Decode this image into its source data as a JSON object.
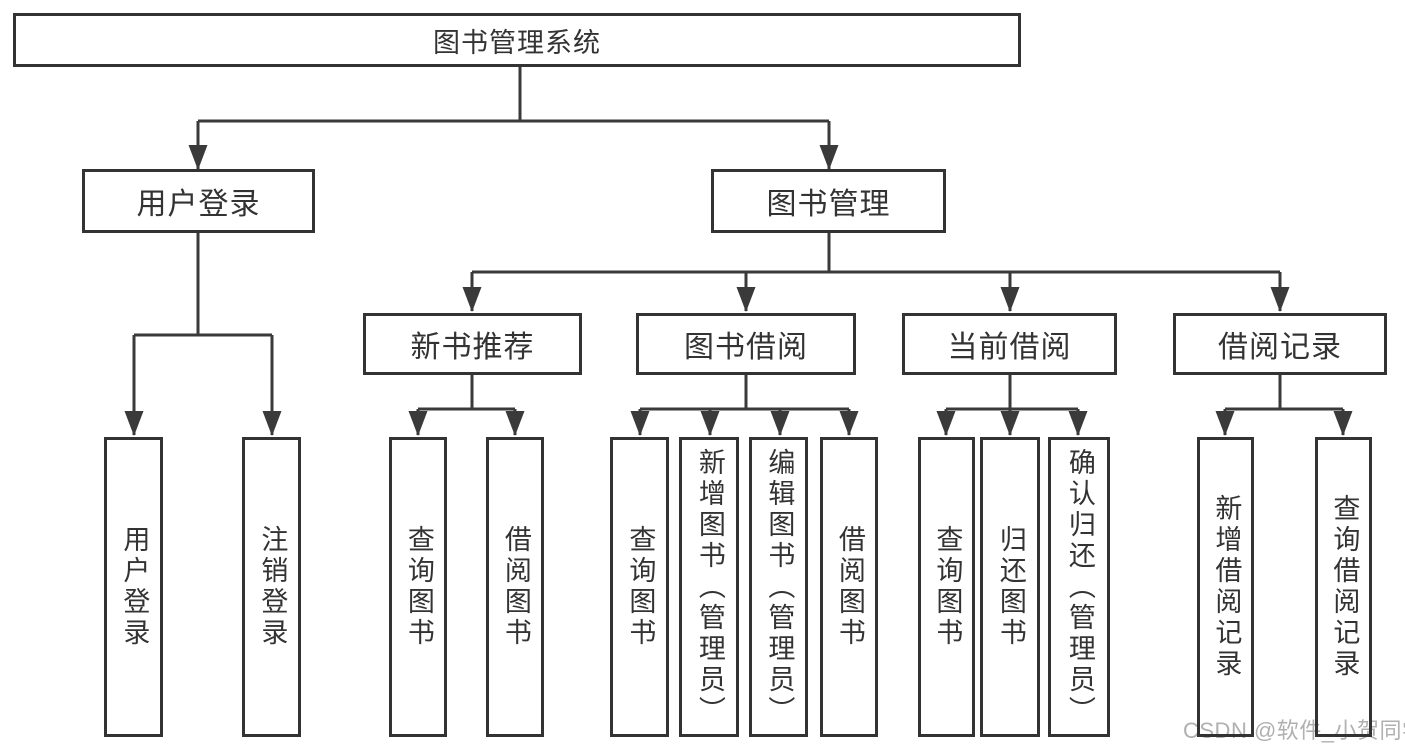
{
  "colors": {
    "line": "#3a3a3a",
    "box_border": "#333333",
    "text": "#333333",
    "watermark": "#b0b0b0",
    "background": "#ffffff"
  },
  "watermark": {
    "text": "CSDN @软件_小贺同学"
  },
  "tree": {
    "label": "图书管理系统",
    "children": [
      {
        "label": "用户登录",
        "children": [
          {
            "label": "用户登录"
          },
          {
            "label": "注销登录"
          }
        ]
      },
      {
        "label": "图书管理",
        "children": [
          {
            "label": "新书推荐",
            "children": [
              {
                "label": "查询图书"
              },
              {
                "label": "借阅图书"
              }
            ]
          },
          {
            "label": "图书借阅",
            "children": [
              {
                "label": "查询图书"
              },
              {
                "label": "新增图书（管理员）"
              },
              {
                "label": "编辑图书（管理员）"
              },
              {
                "label": "借阅图书"
              }
            ]
          },
          {
            "label": "当前借阅",
            "children": [
              {
                "label": "查询图书"
              },
              {
                "label": "归还图书"
              },
              {
                "label": "确认归还（管理员）"
              }
            ]
          },
          {
            "label": "借阅记录",
            "children": [
              {
                "label": "新增借阅记录"
              },
              {
                "label": "查询借阅记录"
              }
            ]
          }
        ]
      }
    ]
  }
}
